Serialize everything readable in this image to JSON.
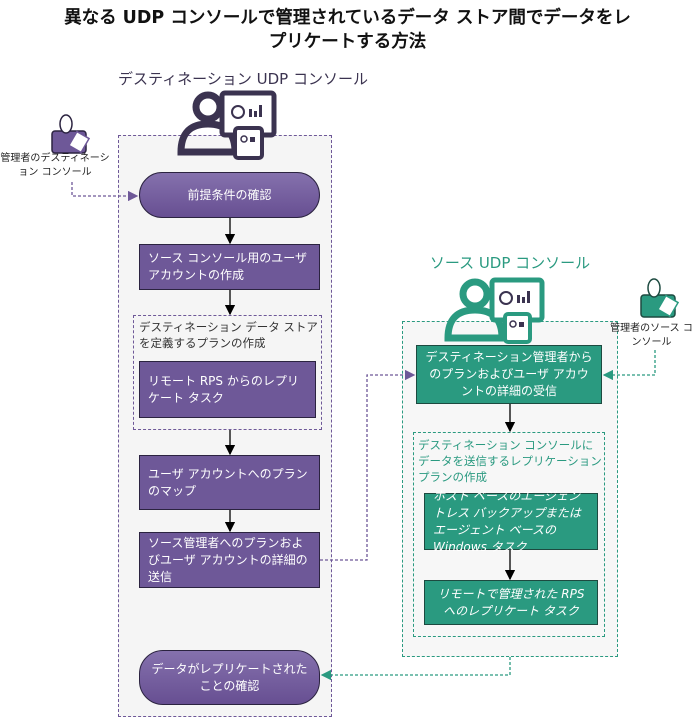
{
  "title": "異なる UDP コンソールで管理されているデータ ストア間でデータをレプリケートする方法",
  "destination": {
    "label": "デスティネーション UDP コンソール",
    "admin_label": "管理者のデスティネーション コンソール",
    "steps": [
      "前提条件の確認",
      "ソース コンソール用のユーザ アカウントの作成",
      "デスティネーション データ ストアを定義するプランの作成",
      "リモート RPS からのレプリケート タスク",
      "ユーザ アカウントへのプランのマップ",
      "ソース管理者へのプランおよびユーザ アカウントの詳細の送信",
      "データがレプリケートされたことの確認"
    ],
    "color": "#6e5898"
  },
  "source": {
    "label": "ソース UDP コンソール",
    "admin_label": "管理者のソース コンソール",
    "steps": [
      "デスティネーション管理者からのプランおよびユーザ アカウントの詳細の受信",
      "デスティネーション コンソールにデータを送信するレプリケーション プランの作成",
      "ホスト ベースのエージェントレス バックアップまたはエージェント ベースの Windows タスク",
      "リモートで管理された RPS へのレプリケート タスク"
    ],
    "color": "#2a9a80"
  }
}
